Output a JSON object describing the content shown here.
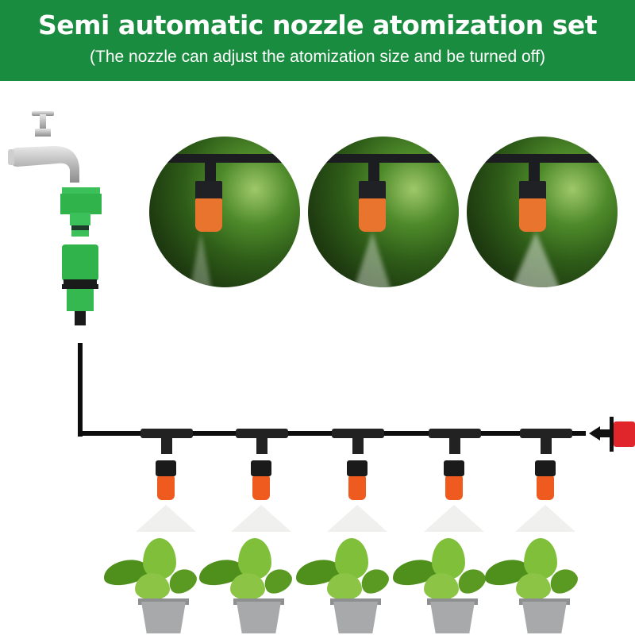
{
  "header": {
    "title": "Semi automatic nozzle atomization set",
    "subtitle": "(The nozzle can adjust the atomization size and be turned off)",
    "background_color": "#1a8c3f",
    "text_color": "#ffffff"
  },
  "spray_examples": [
    {
      "label": "spray-level-low",
      "nozzle_color": "#e9742e"
    },
    {
      "label": "spray-level-medium",
      "nozzle_color": "#e9742e"
    },
    {
      "label": "spray-level-high",
      "nozzle_color": "#e9742e"
    }
  ],
  "diagram": {
    "components": [
      "faucet",
      "faucet-adapter",
      "quick-connector",
      "hose",
      "tee-connector",
      "adjustable-nozzle",
      "end-plug"
    ],
    "nozzle_count": 5,
    "plant_count": 5,
    "pipe_color": "#0d0d0d",
    "nozzle_color": "#ef5a1f",
    "connector_color": "#2fb34a",
    "end_plug_color": "#e0262a"
  }
}
